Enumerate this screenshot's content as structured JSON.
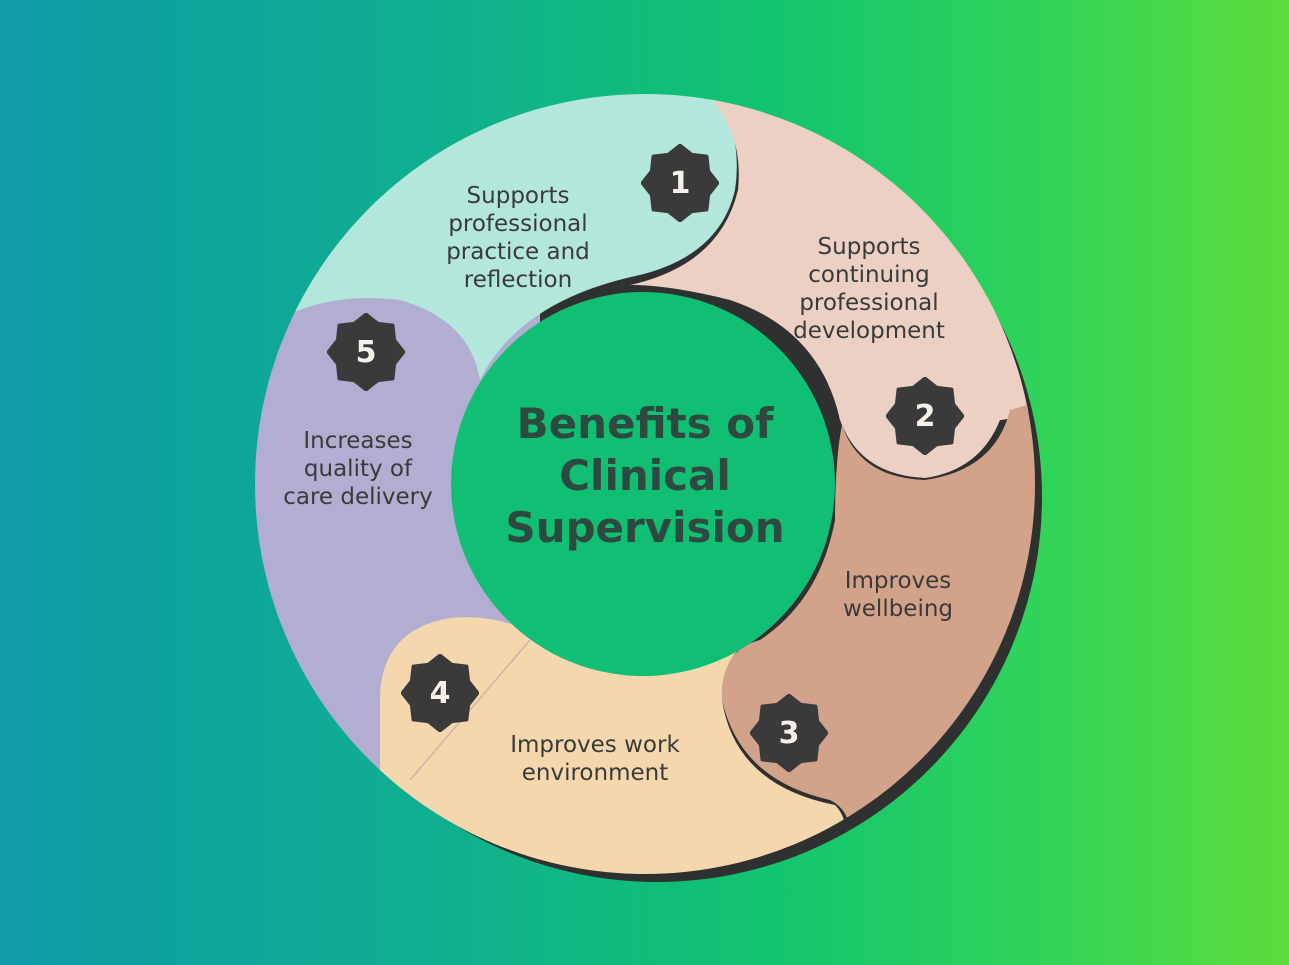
{
  "title": [
    "Benefits of",
    "Clinical",
    "Supervision"
  ],
  "colors": {
    "segment_1": "#b3e7dc",
    "segment_2": "#ecd0c4",
    "segment_3": "#d2a38a",
    "segment_4": "#f5d7ae",
    "segment_5": "#b1aed2",
    "center": "#10be74",
    "badge": "#3a3a3a",
    "ring_shadow": "#2f3030"
  },
  "segments": [
    {
      "number": "1",
      "lines": [
        "Supports",
        "professional",
        "practice and",
        "reflection"
      ]
    },
    {
      "number": "2",
      "lines": [
        "Supports",
        "continuing",
        "professional",
        "development"
      ]
    },
    {
      "number": "3",
      "lines": [
        "Improves",
        "wellbeing"
      ]
    },
    {
      "number": "4",
      "lines": [
        "Improves work",
        "environment"
      ]
    },
    {
      "number": "5",
      "lines": [
        "Increases",
        "quality of",
        "care delivery"
      ]
    }
  ]
}
